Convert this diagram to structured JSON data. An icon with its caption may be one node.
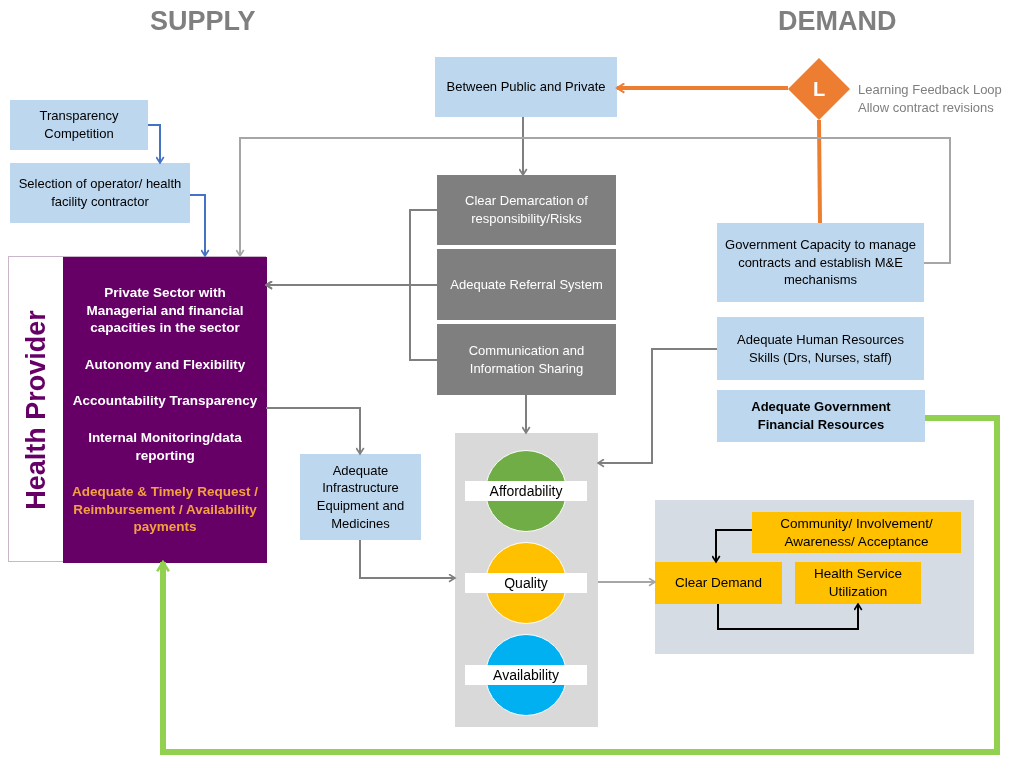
{
  "diagram": {
    "nodes": [
      {
        "text": [
          "Transparency Competition"
        ]
      },
      {
        "text": [
          "Selection of operator/ health facility contractor"
        ]
      },
      {
        "text": [
          "Health Provider"
        ]
      },
      {
        "text": [
          "Private Sector with Managerial and financial capacities in the sector",
          "Autonomy and Flexibility",
          "Accountability Transparency",
          "Internal Monitoring/data reporting",
          "Adequate & Timely Request / Reimbursement / Availability payments"
        ],
        "in": 2
      },
      {
        "text": [
          "Between Public and Private"
        ]
      },
      {
        "text": [
          "L"
        ],
        "beside": [
          "Learning Feedback Loop Allow contract revisions"
        ]
      },
      {
        "text": [
          "Clear Demarcation of responsibility/Risks"
        ]
      },
      {
        "text": [
          "Adequate Referral System"
        ]
      },
      {
        "text": [
          "Communication and Information Sharing"
        ]
      },
      {
        "text": [
          "Government Capacity  to manage contracts and establish M&E mechanisms"
        ]
      },
      {
        "text": [
          "Adequate Human Resources Skills (Drs, Nurses, staff)"
        ]
      },
      {
        "text": [
          "Adequate Government Financial Resources"
        ]
      },
      {
        "text": [
          "Adequate Infrastructure Equipment and Medicines"
        ]
      },
      {
        "text": [],
        "shape": "box"
      },
      {
        "text": [
          "Affordability"
        ],
        "in": 13
      },
      {
        "text": [
          "Quality"
        ],
        "in": 13
      },
      {
        "text": [
          "Availability"
        ],
        "in": 13
      },
      {
        "text": [],
        "shape": "box"
      },
      {
        "text": [
          "Community/ Involvement/ Awareness/ Acceptance"
        ],
        "in": 17
      },
      {
        "text": [
          "Clear Demand"
        ],
        "in": 17
      },
      {
        "text": [
          "Health Service Utilization"
        ],
        "in": 17
      }
    ],
    "edges": [
      {
        "from": 0,
        "to": 1,
        "arrow": "to",
        "color": "#4472c4"
      },
      {
        "from": 1,
        "to": 3,
        "arrow": "to",
        "color": "#4472c4"
      },
      {
        "from": 4,
        "to": 6,
        "arrow": "to"
      },
      {
        "from": 5,
        "to": 4,
        "arrow": "to",
        "style": "thick",
        "color": "#ed7d31"
      },
      {
        "from": 9,
        "to": 5,
        "arrow": "none",
        "style": "thick",
        "color": "#ed7d31"
      },
      {
        "from": 9,
        "to": 3,
        "arrow": "to",
        "color": "#a6a6a6"
      },
      {
        "from": 6,
        "to": 3,
        "arrow": "to"
      },
      {
        "from": 7,
        "to": 3,
        "arrow": "to"
      },
      {
        "from": 8,
        "to": 3,
        "arrow": "to"
      },
      {
        "from": 3,
        "to": 12,
        "arrow": "to"
      },
      {
        "from": 8,
        "to": 13,
        "arrow": "to"
      },
      {
        "from": 10,
        "to": 13,
        "arrow": "to"
      },
      {
        "from": 12,
        "to": 13,
        "arrow": "to"
      },
      {
        "from": 13,
        "to": 19,
        "arrow": "to",
        "color": "#a6a6a6"
      },
      {
        "from": 18,
        "to": 19,
        "arrow": "to",
        "color": "#000000"
      },
      {
        "from": 19,
        "to": 20,
        "arrow": "to",
        "color": "#000000"
      },
      {
        "from": 11,
        "to": 3,
        "arrow": "to",
        "style": "thick",
        "color": "#92d050"
      }
    ],
    "labels": [
      "SUPPLY",
      "DEMAND"
    ]
  }
}
